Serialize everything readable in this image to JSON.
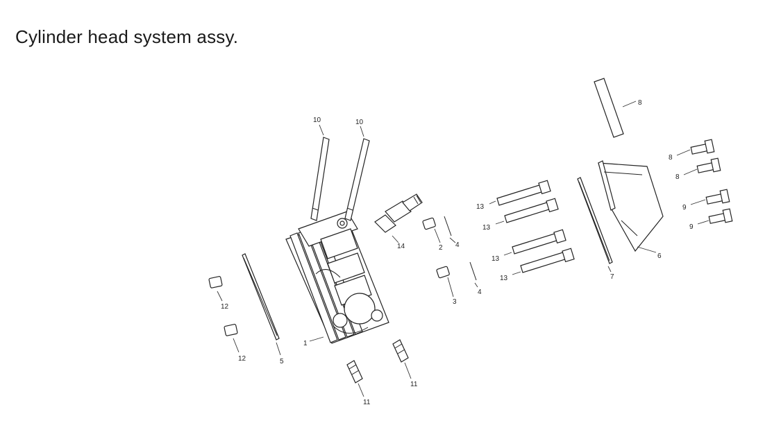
{
  "title": "Cylinder head system assy.",
  "callouts": {
    "p1": "1",
    "p2": "2",
    "p3": "3",
    "p4a": "4",
    "p4b": "4",
    "p5": "5",
    "p6": "6",
    "p7": "7",
    "p8a": "8",
    "p8b": "8",
    "p8c": "8",
    "p9a": "9",
    "p9b": "9",
    "p10a": "10",
    "p10b": "10",
    "p11a": "11",
    "p11b": "11",
    "p12a": "12",
    "p12b": "12",
    "p13a": "13",
    "p13b": "13",
    "p13c": "13",
    "p13d": "13",
    "p14": "14"
  }
}
